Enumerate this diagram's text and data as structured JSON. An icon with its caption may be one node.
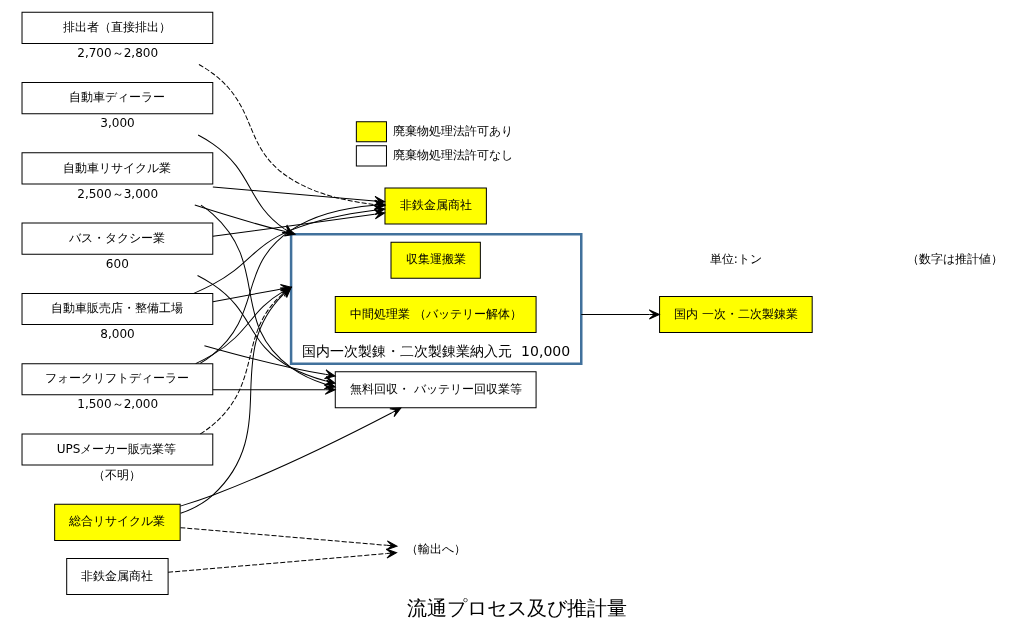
{
  "diagram": {
    "caption": "流通プロセス及び推計量",
    "nodes": [
      {
        "text": [
          "排出者（直接排出）"
        ],
        "beside": [
          "2,700～2,800"
        ]
      },
      {
        "text": [
          "自動車ディーラー"
        ],
        "beside": [
          "3,000"
        ]
      },
      {
        "text": [
          "自動車リサイクル業"
        ],
        "beside": [
          "2,500～3,000"
        ]
      },
      {
        "text": [
          "バス・タクシー業"
        ],
        "beside": [
          "600"
        ]
      },
      {
        "text": [
          "自動車販売店・整備工場"
        ],
        "beside": [
          "8,000"
        ]
      },
      {
        "text": [
          "フォークリフトディーラー"
        ],
        "beside": [
          "1,500～2,000"
        ]
      },
      {
        "text": [
          "UPSメーカー販売業等"
        ],
        "beside": [
          "（不明）"
        ]
      },
      {
        "text": [
          "国内一次製錬・二次製錬業納入元",
          "10,000"
        ]
      },
      {
        "text": [
          "収集運搬業"
        ],
        "in": 7
      },
      {
        "text": [
          "中間処理業 （バッテリー解体）"
        ],
        "in": 7
      },
      {
        "text": [
          "非鉄金属商社"
        ]
      },
      {
        "text": [
          "総合リサイクル業"
        ]
      },
      {
        "text": [
          "無料回収・ バッテリー回収業等"
        ]
      },
      {
        "text": [
          "非鉄金属商社"
        ]
      },
      {
        "text": [
          "国内 一次・二次製錬業"
        ]
      },
      {
        "text": [
          "（輸出へ）"
        ]
      }
    ],
    "edges": [
      {
        "from": 0,
        "to": 10,
        "arrow": "to",
        "style": "dashed"
      },
      {
        "from": 1,
        "to": 7,
        "arrow": "to"
      },
      {
        "from": 2,
        "to": 7,
        "arrow": "to"
      },
      {
        "from": 2,
        "to": 10,
        "arrow": "to"
      },
      {
        "from": 2,
        "to": 12,
        "arrow": "to"
      },
      {
        "from": 3,
        "to": 10,
        "arrow": "to"
      },
      {
        "from": 3,
        "to": 12,
        "arrow": "to"
      },
      {
        "from": 4,
        "to": 7,
        "arrow": "to"
      },
      {
        "from": 4,
        "to": 10,
        "arrow": "to"
      },
      {
        "from": 4,
        "to": 12,
        "arrow": "to"
      },
      {
        "from": 5,
        "to": 7,
        "arrow": "to"
      },
      {
        "from": 5,
        "to": 10,
        "arrow": "to"
      },
      {
        "from": 5,
        "to": 12,
        "arrow": "to"
      },
      {
        "from": 6,
        "to": 7,
        "arrow": "to",
        "style": "dashed"
      },
      {
        "from": 11,
        "to": 7,
        "arrow": "to"
      },
      {
        "from": 11,
        "to": 12,
        "arrow": "to"
      },
      {
        "from": 7,
        "to": 14,
        "arrow": "to"
      },
      {
        "from": 11,
        "to": 15,
        "arrow": "to",
        "style": "dashed"
      },
      {
        "from": 13,
        "to": 15,
        "arrow": "to",
        "style": "dashed"
      }
    ],
    "labels": [
      "単位:トン",
      "（数字は推計値）"
    ],
    "legend": [
      {
        "text": "廃棄物処理法許可あり",
        "color": "#ffff00"
      },
      {
        "text": "廃棄物処理法許可なし",
        "color": "#ffffff"
      }
    ]
  }
}
